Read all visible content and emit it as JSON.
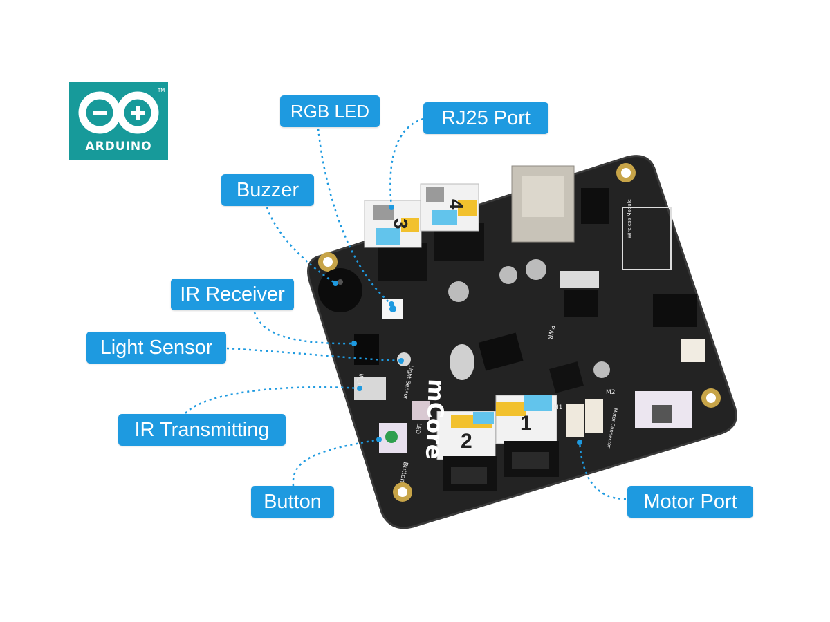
{
  "logo": {
    "text": "ARDUINO",
    "tm": "TM",
    "colors": {
      "background": "#179a9a",
      "foreground": "#ffffff"
    }
  },
  "callouts": [
    {
      "id": "rgb-led",
      "label": "RGB LED"
    },
    {
      "id": "rj25-port",
      "label": "RJ25 Port"
    },
    {
      "id": "buzzer",
      "label": "Buzzer"
    },
    {
      "id": "ir-receiver",
      "label": "IR Receiver"
    },
    {
      "id": "light-sensor",
      "label": "Light Sensor"
    },
    {
      "id": "ir-transmitting",
      "label": "IR Transmitting"
    },
    {
      "id": "button",
      "label": "Button"
    },
    {
      "id": "motor-port",
      "label": "Motor Port"
    }
  ],
  "board": {
    "brand": "mCore",
    "ports": [
      "1",
      "2",
      "3",
      "4"
    ],
    "silkscreen": {
      "button": "Button",
      "light_sensor": "Light Sensor",
      "motor_connector": "Motor Connector",
      "pwr": "PWR",
      "wireless_module": "Wireless Module",
      "ir_tx": "IR_T",
      "led": "LED",
      "m1": "M1",
      "m2": "M2"
    }
  },
  "colors": {
    "callout": "#1e9ae0",
    "leader": "#1e9ae0",
    "board": "#232323",
    "port_yellow": "#f2c12e",
    "port_blue": "#62c4ec"
  }
}
